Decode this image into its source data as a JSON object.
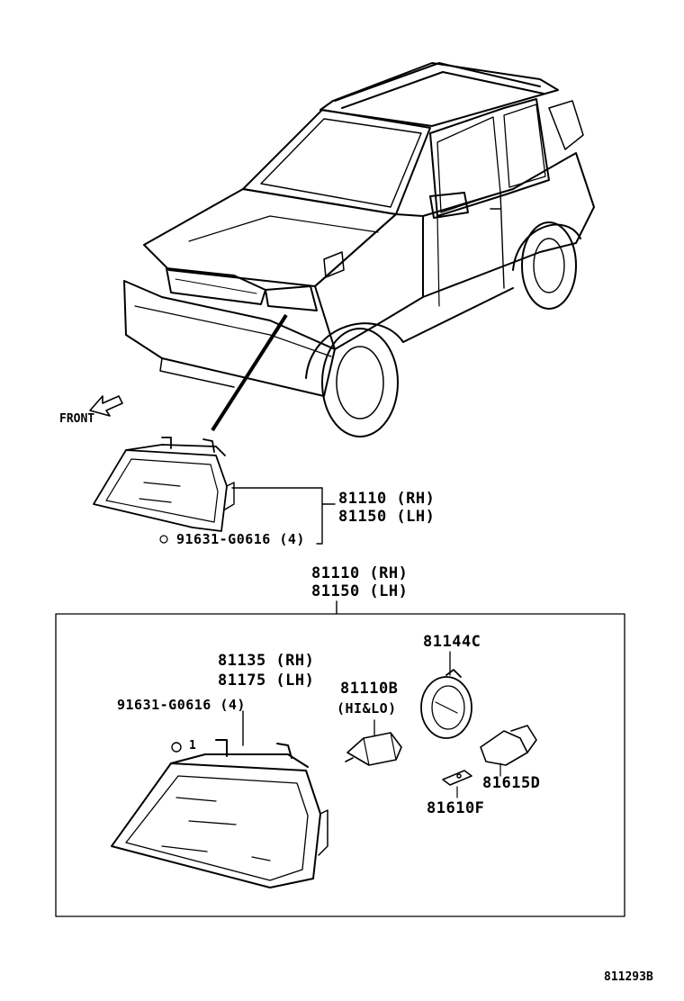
{
  "labels": {
    "front": "FRONT",
    "headlamp_assy_rh": "81110 (RH)",
    "headlamp_assy_lh": "81150 (LH)",
    "screw_top": "91631-G0616 (4)",
    "headlamp_assy_rh_2": "81110 (RH)",
    "headlamp_assy_lh_2": "81150 (LH)",
    "unit_rh": "81135 (RH)",
    "unit_lh": "81175 (LH)",
    "bulb": "81110B",
    "bulb_note": "(HI&LO)",
    "socket_cover": "81144C",
    "screw_detail": "91631-G0616 (4)",
    "screw_qty": "1",
    "socket": "81615D",
    "clip": "81610F",
    "drawing_no": "811293B"
  },
  "colors": {
    "ink": "#000000",
    "paper": "#ffffff"
  }
}
